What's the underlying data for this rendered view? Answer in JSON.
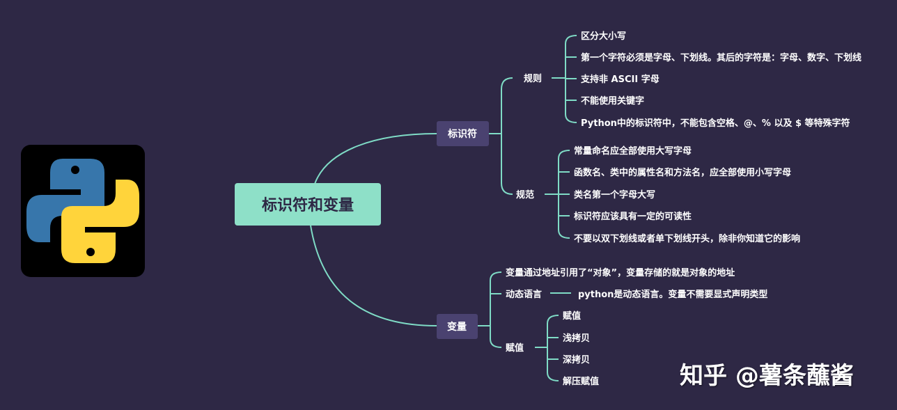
{
  "root": "标识符和变量",
  "branches": {
    "identifier": {
      "label": "标识符",
      "rules": {
        "label": "规则",
        "items": [
          "区分大小写",
          "第一个字符必须是字母、下划线。其后的字符是：字母、数字、下划线",
          "支持非 ASCII 字母",
          "不能使用关键字",
          "Python中的标识符中，不能包含空格、@、% 以及 $ 等特殊字符"
        ]
      },
      "norms": {
        "label": "规范",
        "items": [
          "常量命名应全部使用大写字母",
          "函数名、类中的属性名和方法名，应全部使用小写字母",
          "类名第一个字母大写",
          "标识符应该具有一定的可读性",
          "不要以双下划线或者单下划线开头，除非你知道它的影响"
        ]
      }
    },
    "variable": {
      "label": "变量",
      "ref_note": "变量通过地址引用了“对象”，变量存储的就是对象的地址",
      "dynamic": {
        "label": "动态语言",
        "note": "python是动态语言。变量不需要显式声明类型"
      },
      "assign": {
        "label": "赋值",
        "items": [
          "赋值",
          "浅拷贝",
          "深拷贝",
          "解压赋值"
        ]
      }
    }
  },
  "watermark": "知乎 @薯条蘸酱",
  "logo": {
    "icon": "python-logo-icon",
    "blue": "#3776ab",
    "yellow": "#ffd43b"
  },
  "colors": {
    "background": "#2e2845",
    "line": "#7fdcc6",
    "root_fill": "#8ee0c8",
    "branch_fill": "#4a4270"
  }
}
